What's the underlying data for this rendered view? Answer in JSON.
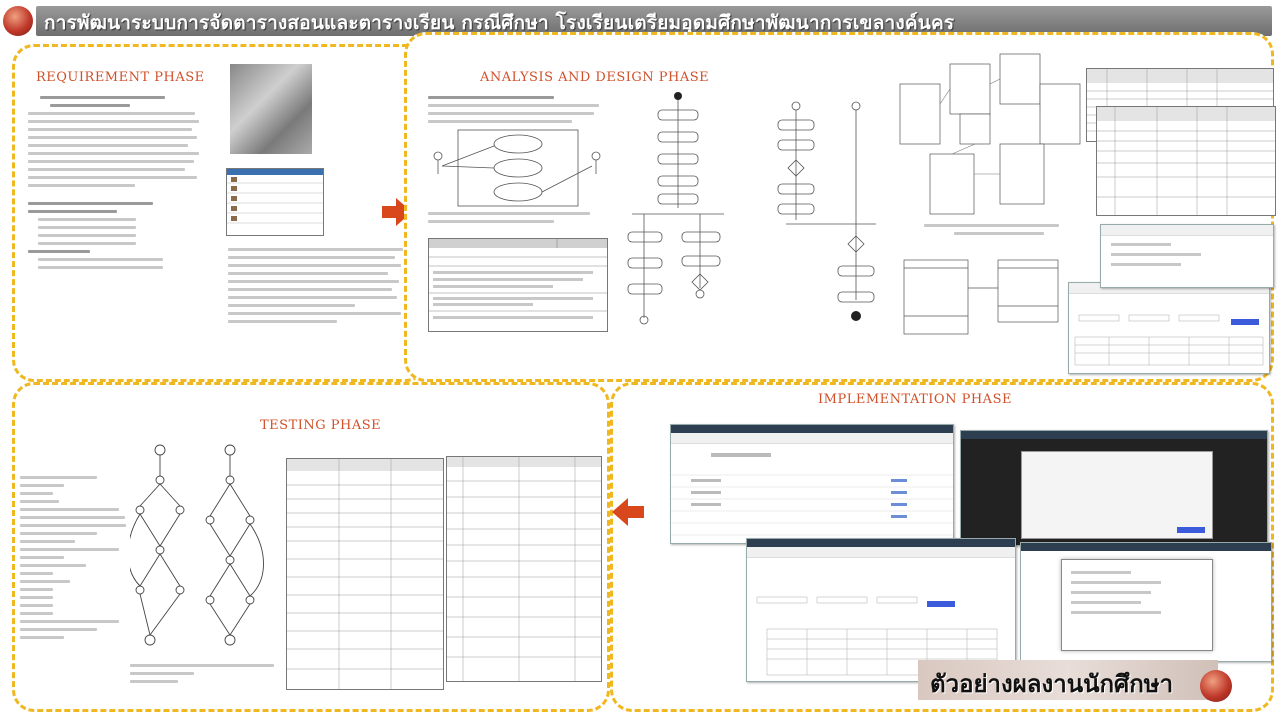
{
  "header": {
    "title": "การพัฒนาระบบการจัดตารางสอนและตารางเรียน กรณีศึกษา โรงเรียนเตรียมอุดมศึกษาพัฒนาการเขลางค์นคร"
  },
  "phases": {
    "requirement": "REQUIREMENT PHASE",
    "analysis": "ANALYSIS AND DESIGN PHASE",
    "implementation": "IMPLEMENTATION PHASE",
    "testing": "TESTING PHASE"
  },
  "footer": {
    "caption": "ตัวอย่างผลงานนักศึกษา"
  },
  "colors": {
    "frame": "#f0b820",
    "phase_title": "#d0502a",
    "arrow": "#d9481c",
    "title_band": "#7a7a7a"
  }
}
